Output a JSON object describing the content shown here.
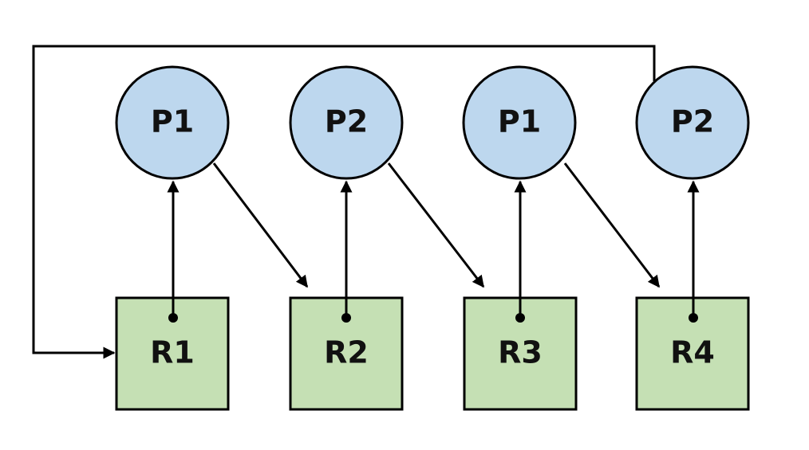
{
  "diagram": {
    "processes": [
      {
        "id": "p-1",
        "label": "P1"
      },
      {
        "id": "p-2",
        "label": "P2"
      },
      {
        "id": "p-3",
        "label": "P1"
      },
      {
        "id": "p-4",
        "label": "P2"
      }
    ],
    "resources": [
      {
        "id": "r-1",
        "label": "R1"
      },
      {
        "id": "r-2",
        "label": "R2"
      },
      {
        "id": "r-3",
        "label": "R3"
      },
      {
        "id": "r-4",
        "label": "R4"
      }
    ],
    "edges": [
      {
        "from": "R1",
        "to": "P1",
        "kind": "assignment"
      },
      {
        "from": "R2",
        "to": "P2",
        "kind": "assignment"
      },
      {
        "from": "R3",
        "to": "P1",
        "kind": "assignment"
      },
      {
        "from": "R4",
        "to": "P2",
        "kind": "assignment"
      },
      {
        "from": "P1",
        "to": "R2",
        "kind": "request"
      },
      {
        "from": "P2",
        "to": "R3",
        "kind": "request"
      },
      {
        "from": "P1",
        "to": "R4",
        "kind": "request"
      },
      {
        "from": "P2",
        "to": "R1",
        "kind": "request"
      }
    ],
    "colors": {
      "process_fill": "#bdd7ee",
      "resource_fill": "#c5e0b4",
      "stroke": "#000000",
      "text": "#111111"
    }
  }
}
